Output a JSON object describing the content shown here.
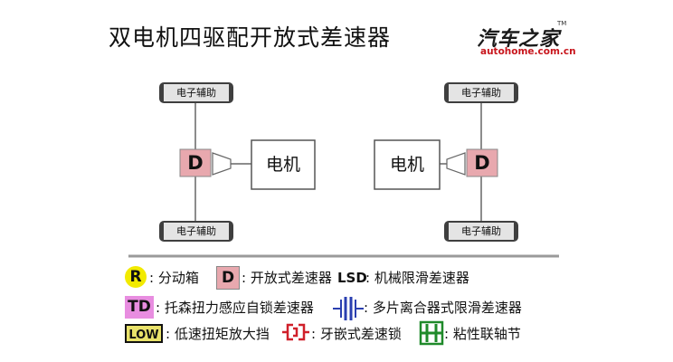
{
  "title": "双电机四驱配开放式差速器",
  "logo": {
    "main": "汽车之家",
    "tm": "TM",
    "sub": "autohome.com.cn"
  },
  "diagram": {
    "left": {
      "top_wheel": "电子辅助",
      "bottom_wheel": "电子辅助",
      "diff": "D",
      "motor": "电机"
    },
    "right": {
      "top_wheel": "电子辅助",
      "bottom_wheel": "电子辅助",
      "diff": "D",
      "motor": "电机"
    }
  },
  "legend": {
    "r_badge": "R",
    "r_text": ": 分动箱",
    "d_badge": "D",
    "d_text": ": 开放式差速器",
    "lsd_label": "LSD",
    "lsd_text": ": 机械限滑差速器",
    "td_badge": "TD",
    "td_text": ": 托森扭力感应自锁差速器",
    "multi_text": ": 多片离合器式限滑差速器",
    "low_badge": "LOW",
    "low_text": ": 低速扭矩放大挡",
    "lock_text": ": 牙嵌式差速锁",
    "visc_text": ": 粘性联轴节"
  },
  "colors": {
    "diff_fill": "#e8a8ae",
    "wheel_fill": "#e4e4e4",
    "td_fill": "#e88de0",
    "r_fill": "#f2ea00",
    "low_fill": "#e9e26a",
    "multi_clutch": "#2a3fb0",
    "dog_lock": "#d0202a",
    "viscous": "#1f8a2a",
    "logo_sub": "#c8161d"
  }
}
